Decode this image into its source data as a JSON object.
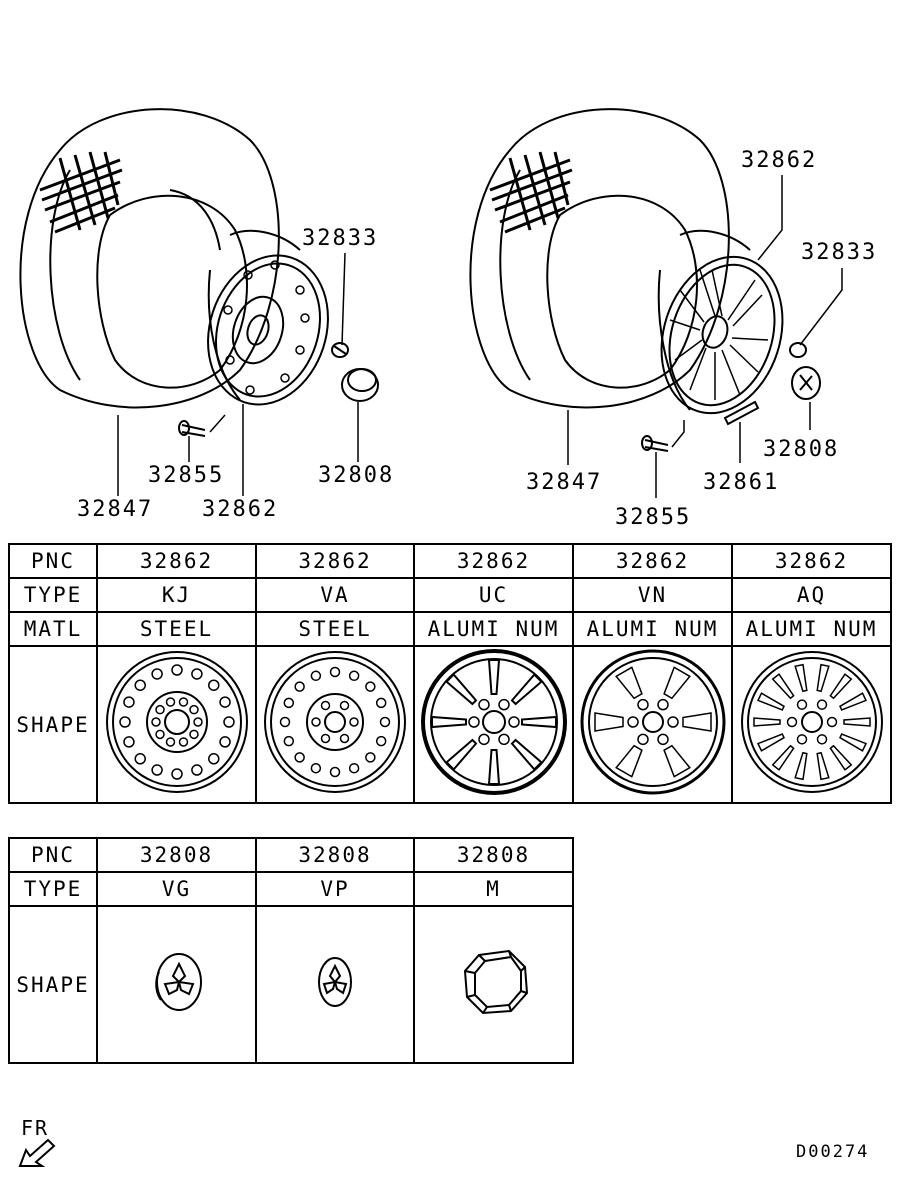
{
  "callouts": {
    "left": {
      "p32833": "32833",
      "p32808": "32808",
      "p32855": "32855",
      "p32847": "32847",
      "p32862": "32862"
    },
    "right": {
      "p32862": "32862",
      "p32833": "32833",
      "p32808": "32808",
      "p32847": "32847",
      "p32861": "32861",
      "p32855": "32855"
    }
  },
  "wheel_table": {
    "row_labels": {
      "pnc": "PNC",
      "type": "TYPE",
      "matl": "MATL",
      "shape": "SHAPE"
    },
    "columns": [
      {
        "pnc": "32862",
        "type": "KJ",
        "matl": "STEEL",
        "shape_icon": "steel-wheel-kj-icon"
      },
      {
        "pnc": "32862",
        "type": "VA",
        "matl": "STEEL",
        "shape_icon": "steel-wheel-va-icon"
      },
      {
        "pnc": "32862",
        "type": "UC",
        "matl": "ALUMI NUM",
        "shape_icon": "alloy-wheel-uc-icon"
      },
      {
        "pnc": "32862",
        "type": "VN",
        "matl": "ALUMI NUM",
        "shape_icon": "alloy-wheel-vn-icon"
      },
      {
        "pnc": "32862",
        "type": "AQ",
        "matl": "ALUMI NUM",
        "shape_icon": "alloy-wheel-aq-icon"
      }
    ]
  },
  "cap_table": {
    "row_labels": {
      "pnc": "PNC",
      "type": "TYPE",
      "shape": "SHAPE"
    },
    "columns": [
      {
        "pnc": "32808",
        "type": "VG",
        "shape_icon": "hub-cap-vg-icon"
      },
      {
        "pnc": "32808",
        "type": "VP",
        "shape_icon": "hub-cap-vp-icon"
      },
      {
        "pnc": "32808",
        "type": "M",
        "shape_icon": "hub-cap-m-icon"
      }
    ]
  },
  "footer": {
    "direction_label": "FR",
    "direction_icon": "front-arrow-icon",
    "drawing_code": "D00274"
  }
}
